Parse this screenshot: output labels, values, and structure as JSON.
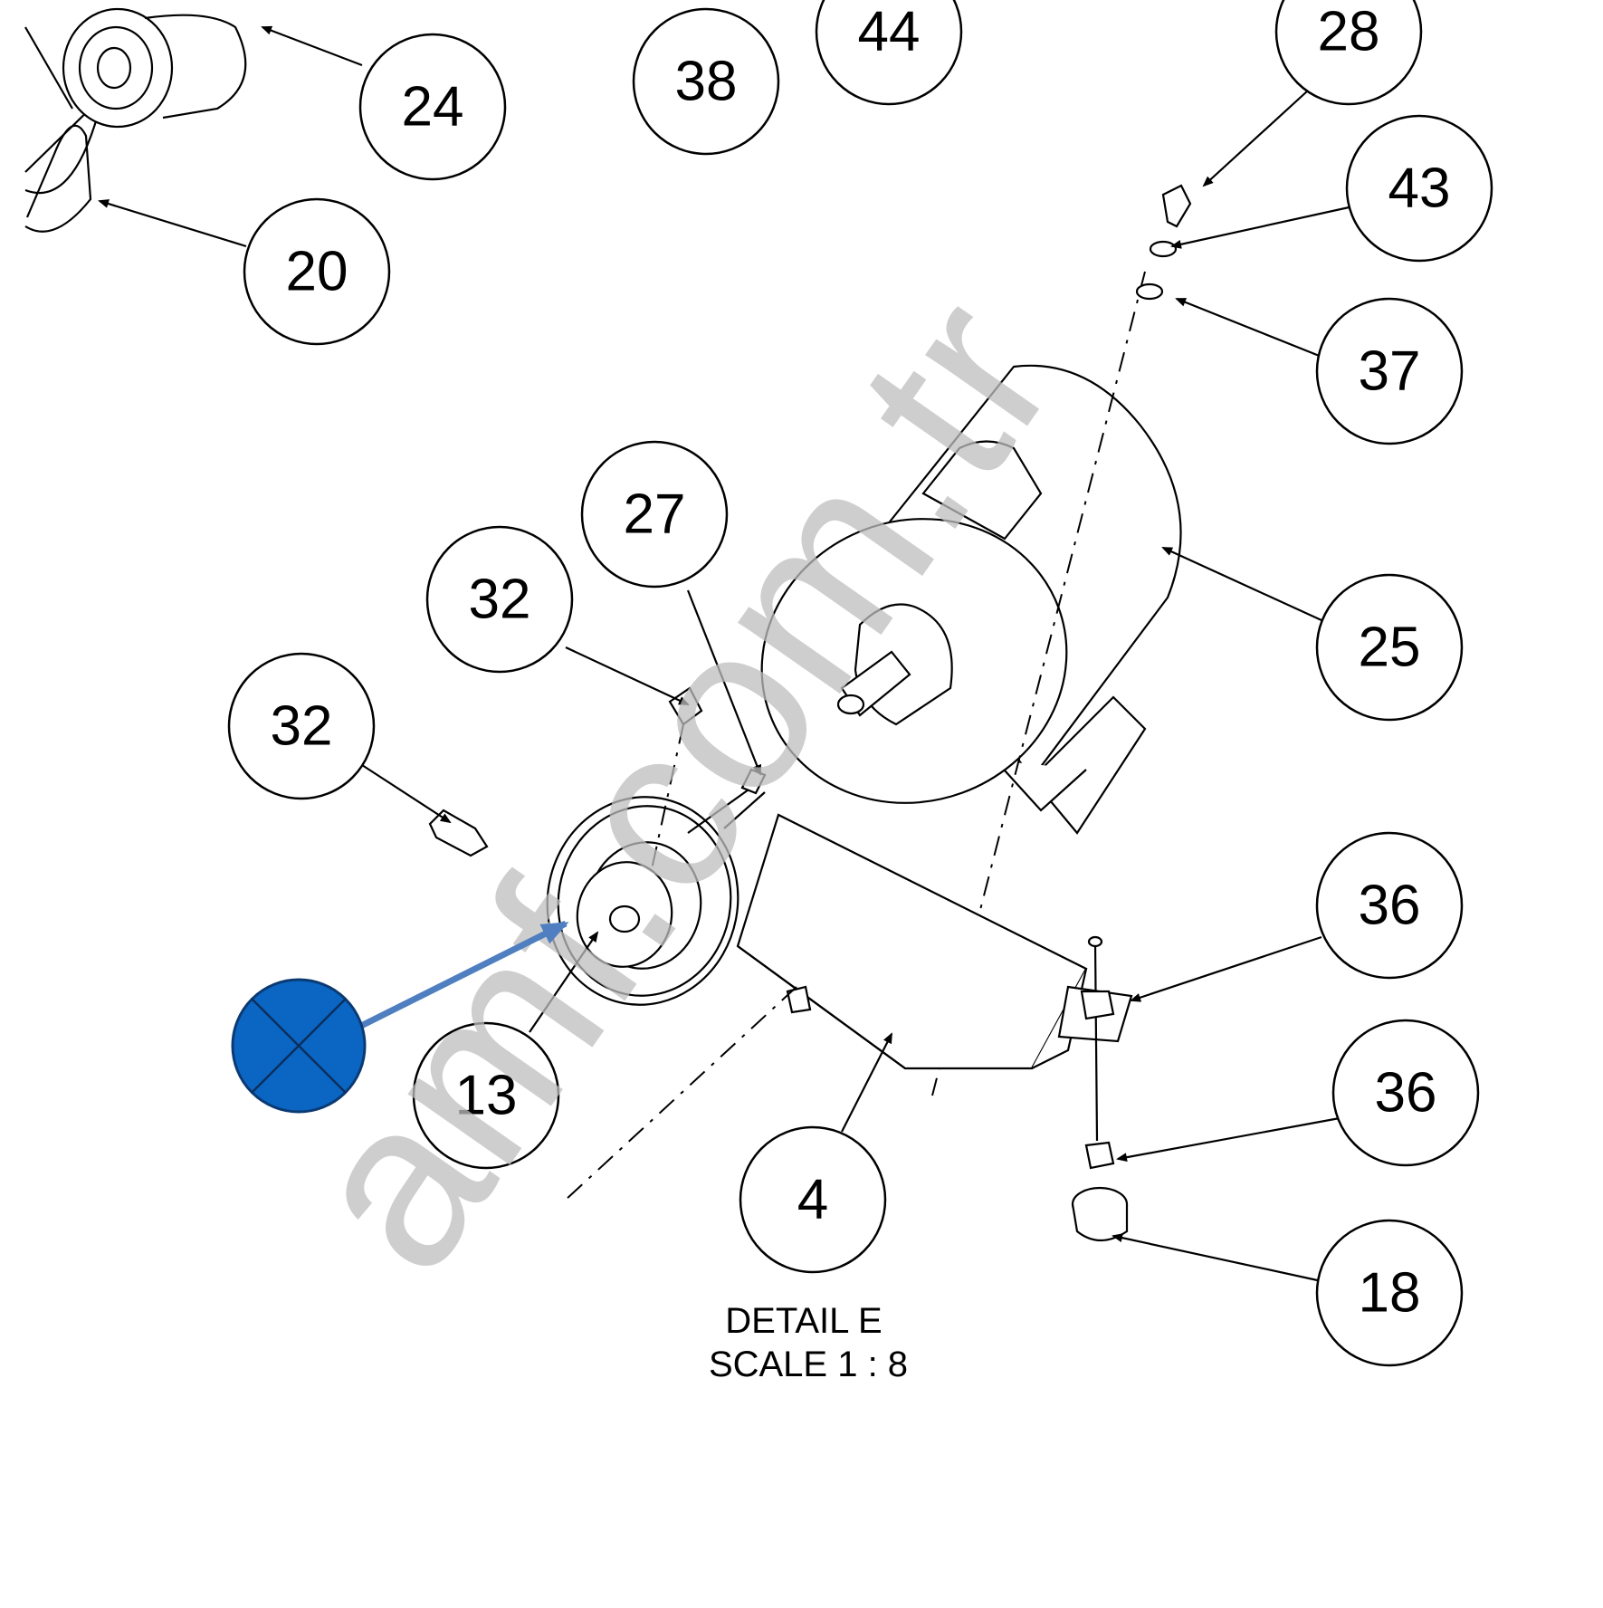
{
  "diagram": {
    "balloons": [
      {
        "id": "balloon-24",
        "label": "24"
      },
      {
        "id": "balloon-38",
        "label": "38"
      },
      {
        "id": "balloon-44",
        "label": "44"
      },
      {
        "id": "balloon-28",
        "label": "28"
      },
      {
        "id": "balloon-20",
        "label": "20"
      },
      {
        "id": "balloon-43",
        "label": "43"
      },
      {
        "id": "balloon-37",
        "label": "37"
      },
      {
        "id": "balloon-27",
        "label": "27"
      },
      {
        "id": "balloon-32-upper",
        "label": "32"
      },
      {
        "id": "balloon-32-lower",
        "label": "32"
      },
      {
        "id": "balloon-25",
        "label": "25"
      },
      {
        "id": "balloon-36-upper",
        "label": "36"
      },
      {
        "id": "balloon-36-lower",
        "label": "36"
      },
      {
        "id": "balloon-13",
        "label": "13"
      },
      {
        "id": "balloon-4",
        "label": "4"
      },
      {
        "id": "balloon-18",
        "label": "18"
      }
    ],
    "caption_line1": "DETAIL E",
    "caption_line2": "SCALE 1 : 8",
    "watermark": "amf.com.tr",
    "colors": {
      "marker_fill": "#0a66c2",
      "pointer_arrow": "#4f7fc0",
      "line": "#000000",
      "watermark": "#bdbdbd"
    }
  }
}
